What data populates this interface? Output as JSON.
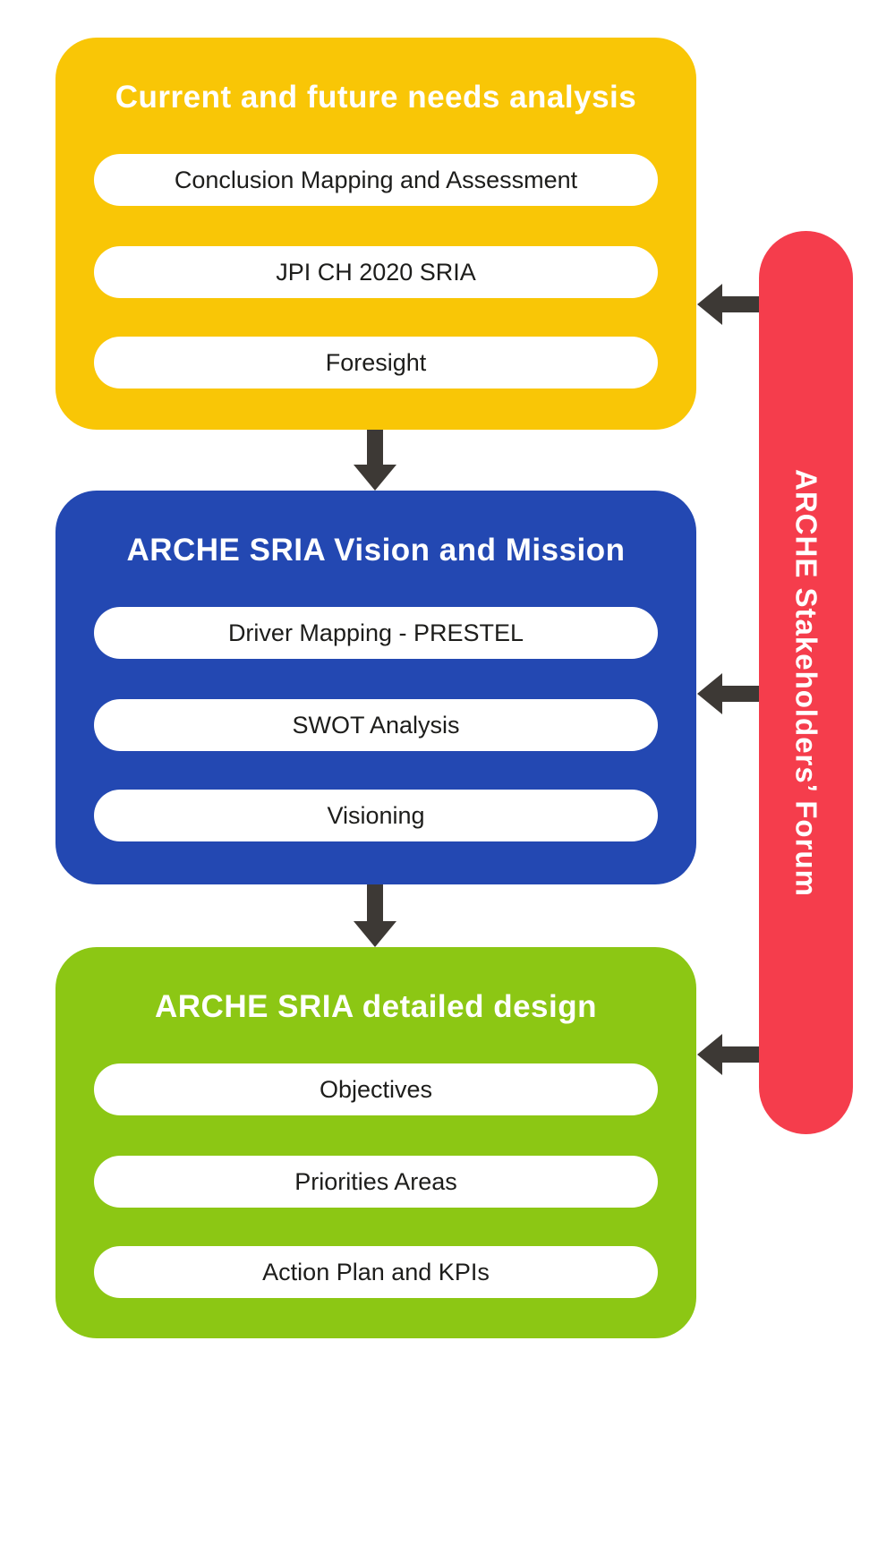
{
  "colors": {
    "yellow": "#F9C606",
    "blue": "#2348B2",
    "green": "#8CC714",
    "red": "#F53D4C",
    "arrow": "#3D3935",
    "pill_background": "#FFFFFF",
    "pill_text": "#1D1D1B",
    "title_text": "#FFFFFF"
  },
  "stages": [
    {
      "title": "Current and future needs analysis",
      "color": "#F9C606",
      "items": [
        "Conclusion Mapping and Assessment",
        "JPI CH 2020 SRIA",
        "Foresight"
      ]
    },
    {
      "title": "ARCHE SRIA Vision and Mission",
      "color": "#2348B2",
      "items": [
        "Driver Mapping - PRESTEL",
        "SWOT Analysis",
        "Visioning"
      ]
    },
    {
      "title": "ARCHE SRIA detailed design",
      "color": "#8CC714",
      "items": [
        "Objectives",
        "Priorities Areas",
        "Action Plan and KPIs"
      ]
    }
  ],
  "forum_bar": {
    "label": "ARCHE Stakeholders’ Forum",
    "color": "#F53D4C"
  }
}
